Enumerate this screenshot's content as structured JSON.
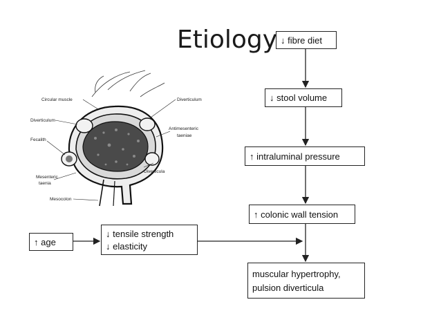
{
  "title": "Etiology",
  "flow": {
    "fibre": {
      "arrow": "↓",
      "text": "fibre diet"
    },
    "stool": {
      "arrow": "↓",
      "text": "stool volume"
    },
    "pressure": {
      "arrow": "↑",
      "text": "intraluminal pressure"
    },
    "tension": {
      "arrow": "↑",
      "text": "colonic wall tension"
    },
    "outcome": {
      "line1": "muscular hypertrophy,",
      "line2": "pulsion diverticula"
    },
    "age": {
      "arrow": "↑",
      "text": "age"
    },
    "strength": {
      "arrow1": "↓",
      "line1": "tensile strength",
      "arrow2": "↓",
      "line2": "elasticity"
    }
  },
  "illustration": {
    "labels": {
      "circular_muscle": "Circular muscle",
      "diverticulum_top": "Diverticulum",
      "diverticulum_left": "Diverticulum",
      "antimesenteric": "Antimesenteric",
      "taeniae": "taeniae",
      "fecalith": "Fecalith",
      "diverticula": "Diverticula",
      "mesenteric": "Mesenteric",
      "taenia": "taenia",
      "mesocolon": "Mesocolon"
    }
  }
}
